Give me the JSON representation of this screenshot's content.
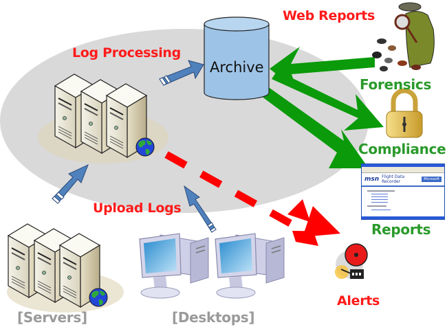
{
  "diagram": {
    "labels": {
      "log_processing": "Log Processing",
      "archive": "Archive",
      "web_reports": "Web Reports",
      "forensics": "Forensics",
      "compliance": "Compliance",
      "reports": "Reports",
      "alerts": "Alerts",
      "upload_logs": "Upload Logs",
      "servers": "[Servers]",
      "desktops": "[Desktops]"
    },
    "report_screenshot": {
      "brand": "msn",
      "title": "Flight Data Recorder",
      "vendor": "Microsoft"
    },
    "colors": {
      "cloud": "#d9d9d9",
      "upload_arrow": "#4f81bd",
      "archive_fill": "#9dc3e6",
      "web_arrow": "#0a9a0a",
      "alert_arrow": "#ff0000",
      "red_text": "#ff1a1a",
      "green_text": "#2a9a2a",
      "gray_text": "#9a9a9a"
    },
    "flows": [
      {
        "from": "Servers",
        "to": "Log Processing",
        "type": "upload"
      },
      {
        "from": "Desktops",
        "to": "Log Processing",
        "type": "upload"
      },
      {
        "from": "Log Processing",
        "to": "Archive",
        "type": "process"
      },
      {
        "from": "Forensics",
        "to": "Archive",
        "type": "web"
      },
      {
        "from": "Archive",
        "to": "Compliance",
        "type": "web"
      },
      {
        "from": "Archive",
        "to": "Reports",
        "type": "web"
      },
      {
        "from": "Log Processing",
        "to": "Alerts",
        "type": "alert"
      }
    ]
  }
}
